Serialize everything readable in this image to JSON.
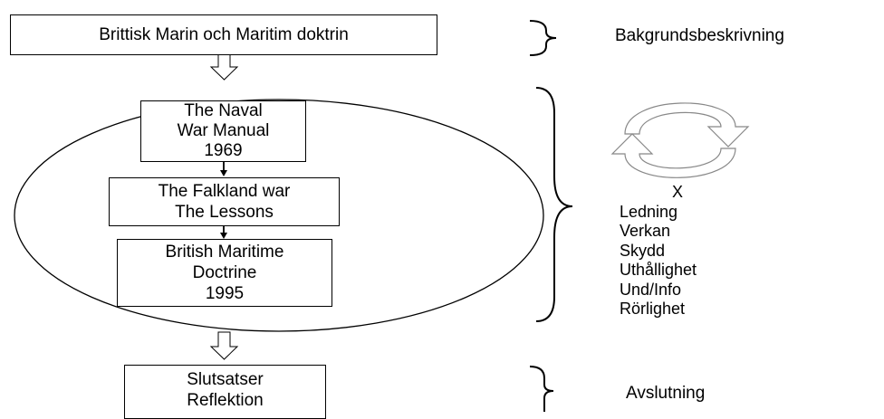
{
  "top_box": "Brittisk Marin och Maritim doktrin",
  "box1": {
    "line1": "The Naval",
    "line2": "War Manual",
    "line3": "1969"
  },
  "box2": {
    "line1": "The Falkland war",
    "line2": "The Lessons"
  },
  "box3": {
    "line1": "British Maritime",
    "line2": "Doctrine",
    "line3": "1995"
  },
  "bottom_box": {
    "line1": "Slutsatser",
    "line2": "Reflektion"
  },
  "labels": {
    "background": "Bakgrundsbeskrivning",
    "conclusion": "Avslutning"
  },
  "factors": {
    "x": "X",
    "items": [
      "Ledning",
      "Verkan",
      "Skydd",
      "Uthållighet",
      "Und/Info",
      "Rörlighet"
    ]
  },
  "icons": {
    "cycle": "cycle-arrows-icon",
    "hollow_arrow": "hollow-down-arrow-icon",
    "brace": "right-curly-brace-icon"
  }
}
